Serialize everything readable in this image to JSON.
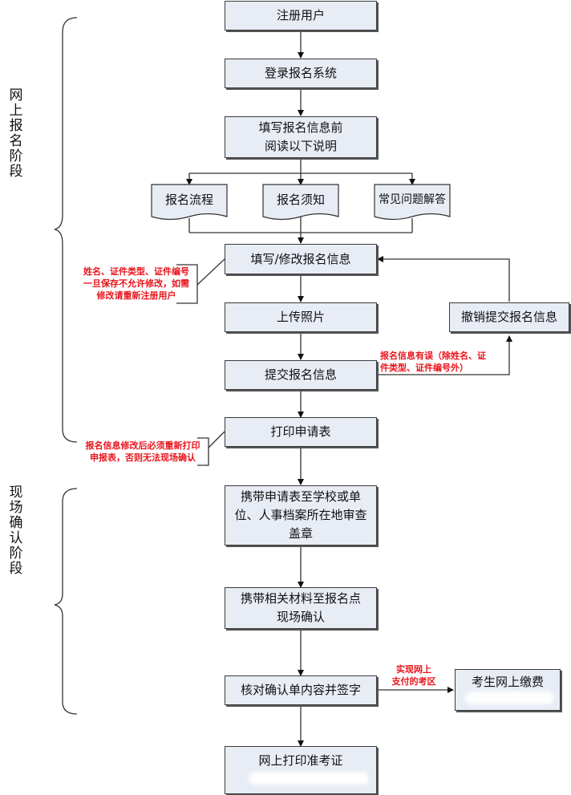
{
  "phases": {
    "online": "网上报名阶段",
    "onsite": "现场确认阶段"
  },
  "steps": {
    "register": "注册用户",
    "login": "登录报名系统",
    "read_before_1": "填写报名信息前",
    "read_before_2": "阅读以下说明",
    "doc_process": "报名流程",
    "doc_notice": "报名须知",
    "doc_faq": "常见问题解答",
    "fill_info": "填写/修改报名信息",
    "upload_photo": "上传照片",
    "submit_info": "提交报名信息",
    "cancel_submit": "撤销提交报名信息",
    "print_form": "打印申请表",
    "stamp_1": "携带申请表至学校或单",
    "stamp_2": "位、人事档案所在地审查",
    "stamp_3": "盖章",
    "confirm_1": "携带相关材料至报名点",
    "confirm_2": "现场确认",
    "verify_sign": "核对确认单内容并签字",
    "pay_online": "考生网上缴费",
    "print_ticket": "网上打印准考证"
  },
  "notes": {
    "fill_note_1": "姓名、证件类型、证件编号",
    "fill_note_2": "一旦保存不允许修改，如需",
    "fill_note_3": "修改请重新注册用户",
    "error_note_1": "报名信息有误（除姓名、证",
    "error_note_2": "件类型、证件编号外）",
    "print_note_1": "报名信息修改后必须重新打印",
    "print_note_2": "申报表，否则无法现场确认",
    "pay_note_1": "实现网上",
    "pay_note_2": "支付的考区"
  },
  "colors": {
    "box_fill": "#e8ecf5",
    "note_red": "#e8141c",
    "line": "#333333"
  }
}
